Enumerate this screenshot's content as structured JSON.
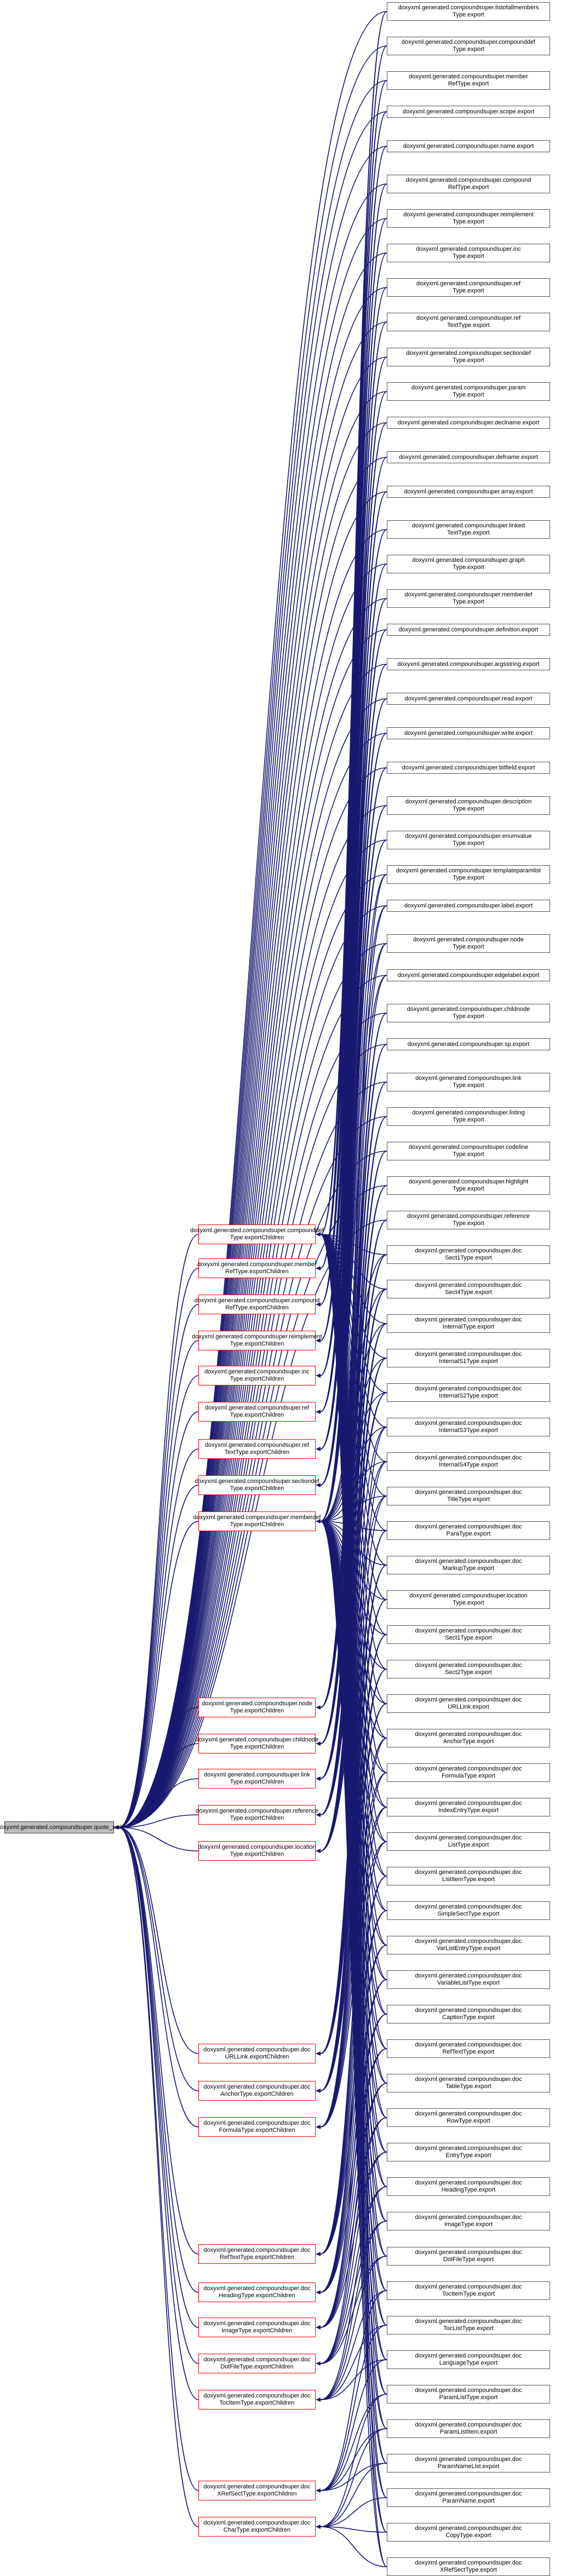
{
  "root": {
    "label": "doxyxml.generated.compoundsuper.quote_xml"
  },
  "colors": {
    "edge": "#191970",
    "children_border": "#ff0000",
    "leaf_border": "#555555",
    "root_fill": "#bfbfbf"
  },
  "children": [
    {
      "id": "c_compounddef",
      "label": "doxyxml.generated.compoundsuper.compounddef\nType.exportChildren"
    },
    {
      "id": "c_memberref",
      "label": "doxyxml.generated.compoundsuper.member\nRefType.exportChildren"
    },
    {
      "id": "c_compoundref",
      "label": "doxyxml.generated.compoundsuper.compound\nRefType.exportChildren"
    },
    {
      "id": "c_reimplement",
      "label": "doxyxml.generated.compoundsuper.reimplement\nType.exportChildren"
    },
    {
      "id": "c_inc",
      "label": "doxyxml.generated.compoundsuper.inc\nType.exportChildren"
    },
    {
      "id": "c_ref",
      "label": "doxyxml.generated.compoundsuper.ref\nType.exportChildren"
    },
    {
      "id": "c_reftext",
      "label": "doxyxml.generated.compoundsuper.ref\nTextType.exportChildren"
    },
    {
      "id": "c_sectiondef",
      "label": "doxyxml.generated.compoundsuper.sectiondef\nType.exportChildren"
    },
    {
      "id": "c_memberdef",
      "label": "doxyxml.generated.compoundsuper.memberdef\nType.exportChildren"
    },
    {
      "id": "c_node",
      "label": "doxyxml.generated.compoundsuper.node\nType.exportChildren"
    },
    {
      "id": "c_childnode",
      "label": "doxyxml.generated.compoundsuper.childnode\nType.exportChildren"
    },
    {
      "id": "c_link",
      "label": "doxyxml.generated.compoundsuper.link\nType.exportChildren"
    },
    {
      "id": "c_reference",
      "label": "doxyxml.generated.compoundsuper.reference\nType.exportChildren"
    },
    {
      "id": "c_location",
      "label": "doxyxml.generated.compoundsuper.location\nType.exportChildren"
    },
    {
      "id": "c_docurllink",
      "label": "doxyxml.generated.compoundsuper.doc\nURLLink.exportChildren"
    },
    {
      "id": "c_docanchor",
      "label": "doxyxml.generated.compoundsuper.doc\nAnchorType.exportChildren"
    },
    {
      "id": "c_docformula",
      "label": "doxyxml.generated.compoundsuper.doc\nFormulaType.exportChildren"
    },
    {
      "id": "c_docreftext",
      "label": "doxyxml.generated.compoundsuper.doc\nRefTextType.exportChildren"
    },
    {
      "id": "c_docheading",
      "label": "doxyxml.generated.compoundsuper.doc\nHeadingType.exportChildren"
    },
    {
      "id": "c_docimage",
      "label": "doxyxml.generated.compoundsuper.doc\nImageType.exportChildren"
    },
    {
      "id": "c_docdotfile",
      "label": "doxyxml.generated.compoundsuper.doc\nDotFileType.exportChildren"
    },
    {
      "id": "c_doctocitem",
      "label": "doxyxml.generated.compoundsuper.doc\nTocItemType.exportChildren"
    },
    {
      "id": "c_docxrefsect",
      "label": "doxyxml.generated.compoundsuper.doc\nXRefSectType.exportChildren"
    },
    {
      "id": "c_docchar",
      "label": "doxyxml.generated.compoundsuper.doc\nCharType.exportChildren"
    }
  ],
  "exports": [
    {
      "label": "doxyxml.generated.compoundsuper.listofallmembers\nType.export"
    },
    {
      "label": "doxyxml.generated.compoundsuper.compounddef\nType.export"
    },
    {
      "label": "doxyxml.generated.compoundsuper.member\nRefType.export"
    },
    {
      "label": "doxyxml.generated.compoundsuper.scope.export"
    },
    {
      "label": "doxyxml.generated.compoundsuper.name.export"
    },
    {
      "label": "doxyxml.generated.compoundsuper.compound\nRefType.export"
    },
    {
      "label": "doxyxml.generated.compoundsuper.reimplement\nType.export"
    },
    {
      "label": "doxyxml.generated.compoundsuper.inc\nType.export"
    },
    {
      "label": "doxyxml.generated.compoundsuper.ref\nType.export"
    },
    {
      "label": "doxyxml.generated.compoundsuper.ref\nTextType.export"
    },
    {
      "label": "doxyxml.generated.compoundsuper.sectiondef\nType.export"
    },
    {
      "label": "doxyxml.generated.compoundsuper.param\nType.export"
    },
    {
      "label": "doxyxml.generated.compoundsuper.declname.export"
    },
    {
      "label": "doxyxml.generated.compoundsuper.defname.export"
    },
    {
      "label": "doxyxml.generated.compoundsuper.array.export"
    },
    {
      "label": "doxyxml.generated.compoundsuper.linked\nTextType.export"
    },
    {
      "label": "doxyxml.generated.compoundsuper.graph\nType.export"
    },
    {
      "label": "doxyxml.generated.compoundsuper.memberdef\nType.export"
    },
    {
      "label": "doxyxml.generated.compoundsuper.definition.export"
    },
    {
      "label": "doxyxml.generated.compoundsuper.argsstring.export"
    },
    {
      "label": "doxyxml.generated.compoundsuper.read.export"
    },
    {
      "label": "doxyxml.generated.compoundsuper.write.export"
    },
    {
      "label": "doxyxml.generated.compoundsuper.bitfield.export"
    },
    {
      "label": "doxyxml.generated.compoundsuper.description\nType.export"
    },
    {
      "label": "doxyxml.generated.compoundsuper.enumvalue\nType.export"
    },
    {
      "label": "doxyxml.generated.compoundsuper.templateparamlist\nType.export"
    },
    {
      "label": "doxyxml.generated.compoundsuper.label.export"
    },
    {
      "label": "doxyxml.generated.compoundsuper.node\nType.export"
    },
    {
      "label": "doxyxml.generated.compoundsuper.edgelabel.export"
    },
    {
      "label": "doxyxml.generated.compoundsuper.childnode\nType.export"
    },
    {
      "label": "doxyxml.generated.compoundsuper.sp.export"
    },
    {
      "label": "doxyxml.generated.compoundsuper.link\nType.export"
    },
    {
      "label": "doxyxml.generated.compoundsuper.listing\nType.export"
    },
    {
      "label": "doxyxml.generated.compoundsuper.codeline\nType.export"
    },
    {
      "label": "doxyxml.generated.compoundsuper.highlight\nType.export"
    },
    {
      "label": "doxyxml.generated.compoundsuper.reference\nType.export"
    },
    {
      "label": "doxyxml.generated.compoundsuper.doc\nSect1Type.export"
    },
    {
      "label": "doxyxml.generated.compoundsuper.doc\nSect4Type.export"
    },
    {
      "label": "doxyxml.generated.compoundsuper.doc\nInternalType.export"
    },
    {
      "label": "doxyxml.generated.compoundsuper.doc\nInternalS1Type.export"
    },
    {
      "label": "doxyxml.generated.compoundsuper.doc\nInternalS2Type.export"
    },
    {
      "label": "doxyxml.generated.compoundsuper.doc\nInternalS3Type.export"
    },
    {
      "label": "doxyxml.generated.compoundsuper.doc\nInternalS4Type.export"
    },
    {
      "label": "doxyxml.generated.compoundsuper.doc\nTitleType.export"
    },
    {
      "label": "doxyxml.generated.compoundsuper.doc\nParaType.export"
    },
    {
      "label": "doxyxml.generated.compoundsuper.doc\nMarkupType.export"
    },
    {
      "label": "doxyxml.generated.compoundsuper.location\nType.export"
    },
    {
      "label": "doxyxml.generated.compoundsuper.doc\nSect1Type.export"
    },
    {
      "label": "doxyxml.generated.compoundsuper.doc\nSect2Type.export"
    },
    {
      "label": "doxyxml.generated.compoundsuper.doc\nURLLink.export"
    },
    {
      "label": "doxyxml.generated.compoundsuper.doc\nAnchorType.export"
    },
    {
      "label": "doxyxml.generated.compoundsuper.doc\nFormulaType.export"
    },
    {
      "label": "doxyxml.generated.compoundsuper.doc\nIndexEntryType.export"
    },
    {
      "label": "doxyxml.generated.compoundsuper.doc\nListType.export"
    },
    {
      "label": "doxyxml.generated.compoundsuper.doc\nListItemType.export"
    },
    {
      "label": "doxyxml.generated.compoundsuper.doc\nSimpleSectType.export"
    },
    {
      "label": "doxyxml.generated.compoundsuper.doc\nVarListEntryType.export"
    },
    {
      "label": "doxyxml.generated.compoundsuper.doc\nVariableListType.export"
    },
    {
      "label": "doxyxml.generated.compoundsuper.doc\nCaptionType.export"
    },
    {
      "label": "doxyxml.generated.compoundsuper.doc\nRefTextType.export"
    },
    {
      "label": "doxyxml.generated.compoundsuper.doc\nTableType.export"
    },
    {
      "label": "doxyxml.generated.compoundsuper.doc\nRowType.export"
    },
    {
      "label": "doxyxml.generated.compoundsuper.doc\nEntryType.export"
    },
    {
      "label": "doxyxml.generated.compoundsuper.doc\nHeadingType.export"
    },
    {
      "label": "doxyxml.generated.compoundsuper.doc\nImageType.export"
    },
    {
      "label": "doxyxml.generated.compoundsuper.doc\nDotFileType.export"
    },
    {
      "label": "doxyxml.generated.compoundsuper.doc\nTocItemType.export"
    },
    {
      "label": "doxyxml.generated.compoundsuper.doc\nTocListType.export"
    },
    {
      "label": "doxyxml.generated.compoundsuper.doc\nLanguageType.export"
    },
    {
      "label": "doxyxml.generated.compoundsuper.doc\nParamListType.export"
    },
    {
      "label": "doxyxml.generated.compoundsuper.doc\nParamListItem.export"
    },
    {
      "label": "doxyxml.generated.compoundsuper.doc\nParamNameList.export"
    },
    {
      "label": "doxyxml.generated.compoundsuper.doc\nParamName.export"
    },
    {
      "label": "doxyxml.generated.compoundsuper.doc\nCopyType.export"
    },
    {
      "label": "doxyxml.generated.compoundsuper.doc\nXRefSectType.export"
    }
  ]
}
